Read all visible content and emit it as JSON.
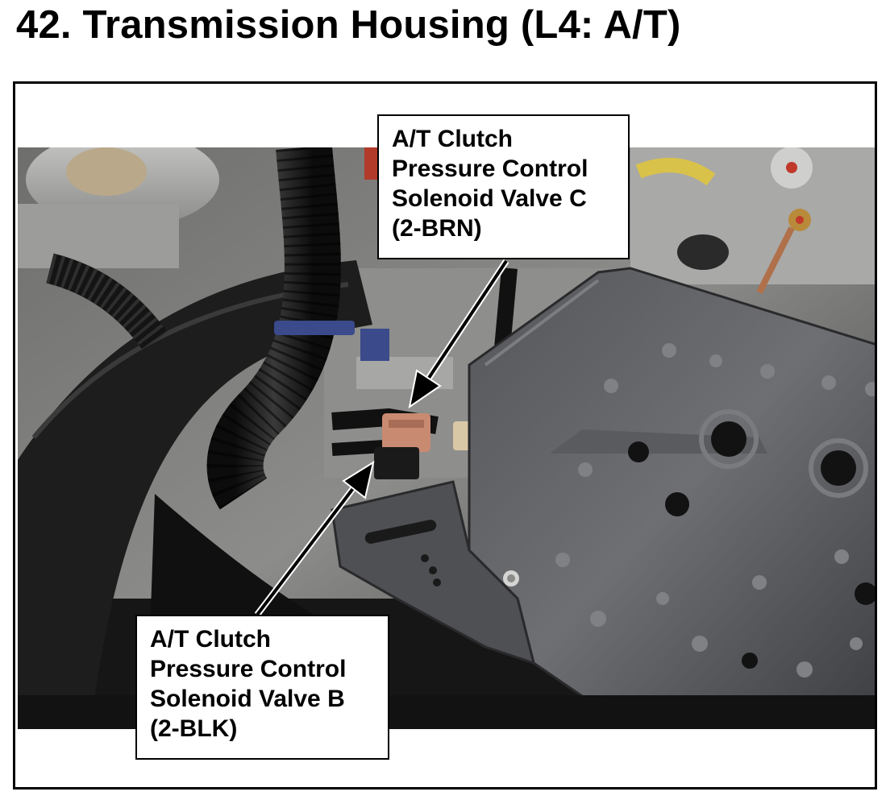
{
  "title": "42.  Transmission Housing (L4: A/T)",
  "callouts": {
    "valve_c": {
      "lines": [
        "A/T Clutch",
        "Pressure Control",
        "Solenoid Valve C",
        "(2-BRN)"
      ]
    },
    "valve_b": {
      "lines": [
        "A/T Clutch",
        "Pressure Control",
        "Solenoid Valve B",
        "(2-BLK)"
      ]
    }
  },
  "colors": {
    "frame": "#000000",
    "connector_c": "#c98a72",
    "connector_b": "#1a1a1a",
    "bracket": "#4a4a4c",
    "hose": "#1b1b1b"
  }
}
